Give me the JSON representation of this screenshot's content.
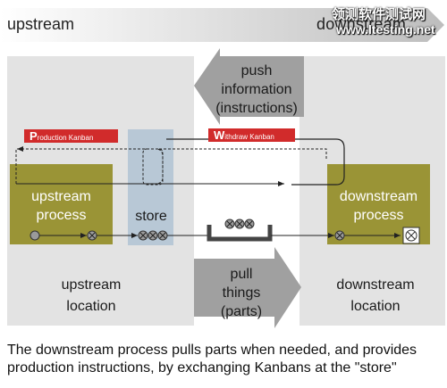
{
  "banner": {
    "left": "upstream",
    "right": "downstream"
  },
  "watermark": {
    "chinese": "领测软件测试网",
    "url": "www.ltesting.net"
  },
  "kanbans": {
    "production": {
      "initial": "P",
      "rest": "roduction Kanban"
    },
    "withdraw": {
      "initial": "W",
      "rest": "ithdraw Kanban"
    }
  },
  "push_arrow": {
    "lines": [
      "push",
      "information",
      "(instructions)"
    ]
  },
  "pull_arrow": {
    "lines": [
      "pull",
      "things",
      "(parts)"
    ]
  },
  "upstream_process": {
    "lines": [
      "upstream",
      "process"
    ]
  },
  "downstream_process": {
    "lines": [
      "downstream",
      "process"
    ]
  },
  "store": {
    "label": "store"
  },
  "upstream_location": {
    "lines": [
      "upstream",
      "location"
    ]
  },
  "downstream_location": {
    "lines": [
      "downstream",
      "location"
    ]
  },
  "caption": {
    "line1": "The downstream process pulls parts when needed, and provides",
    "line2": "production instructions, by exchanging Kanbans at the \"store\""
  },
  "colors": {
    "location_bg": "#e3e3e3",
    "process_fill": "#9a9436",
    "store_fill": "#b8c8d6",
    "kanban_red": "#d12b2b",
    "arrow_gray": "#a0a0a0",
    "banner_gray": "#c9c9c9"
  }
}
